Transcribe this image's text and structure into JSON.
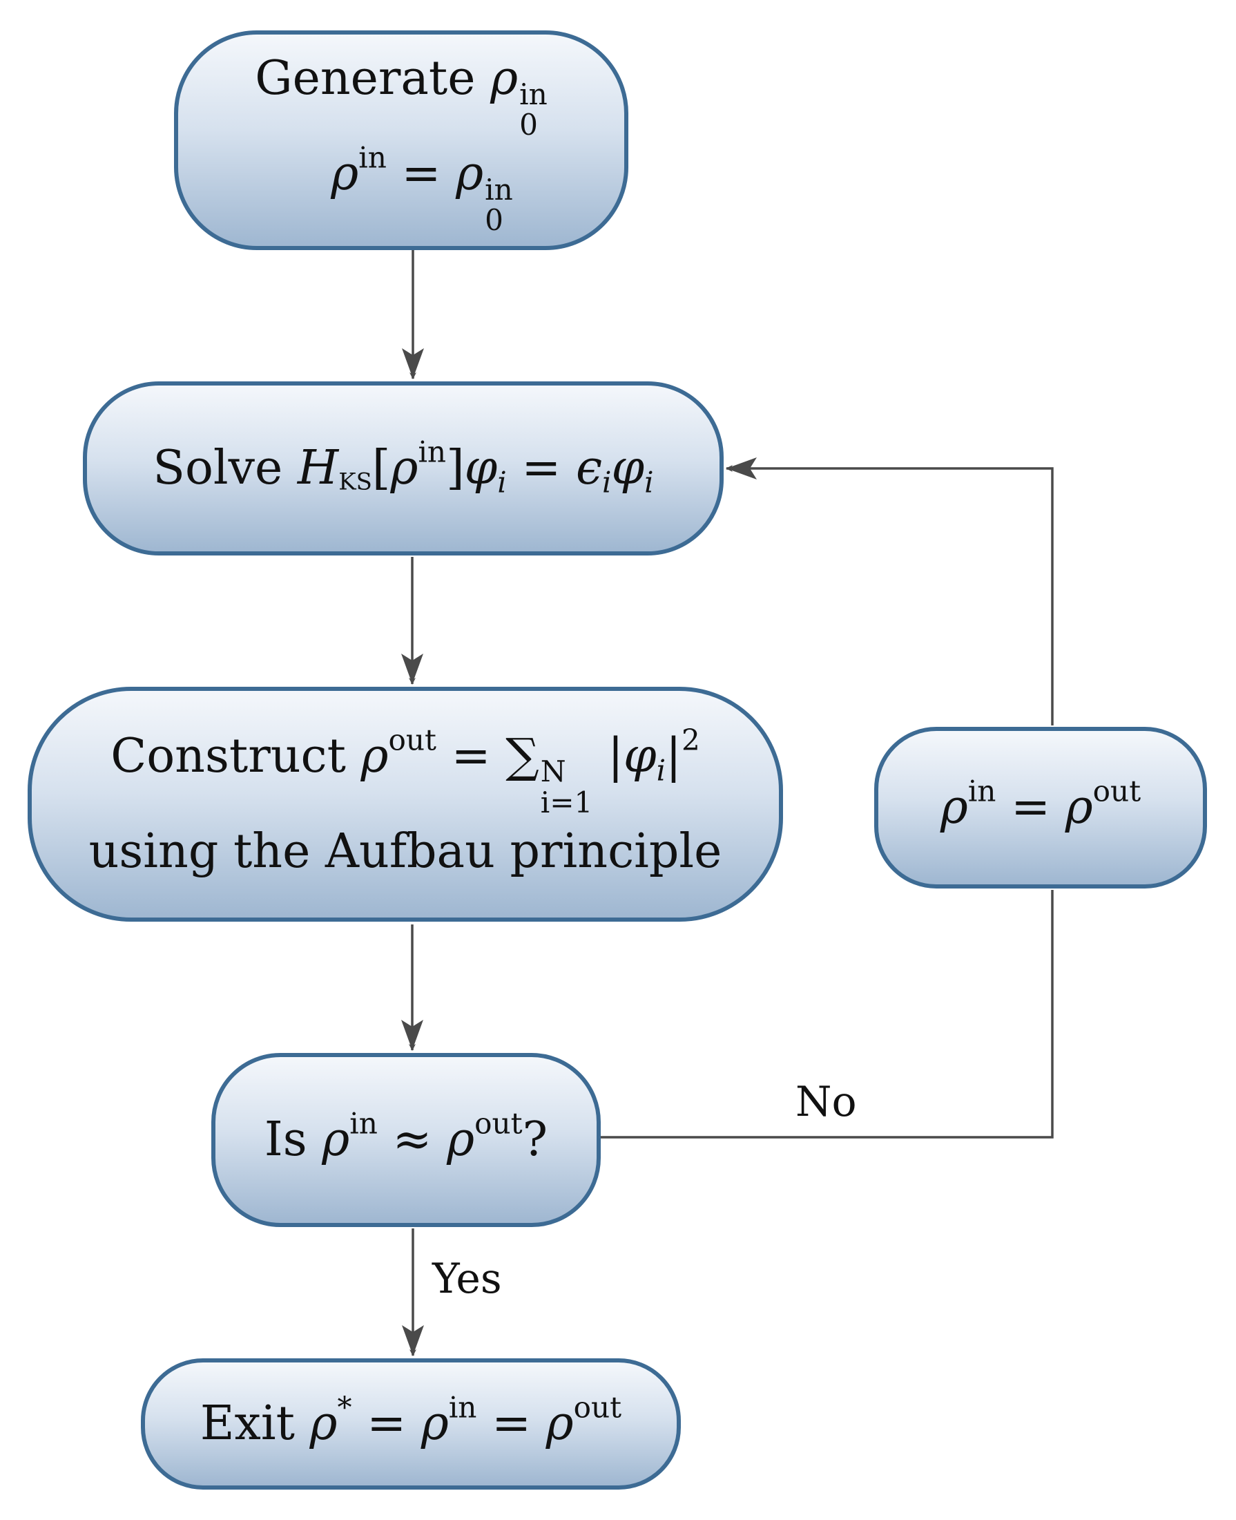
{
  "nodes": {
    "start": {
      "line1_prefix": "Generate ",
      "rho": "ρ",
      "sup_in": "in",
      "sub0": "0",
      "eq": " = "
    },
    "solve": {
      "prefix": "Solve ",
      "H": "H",
      "KS": "KS",
      "lbr": "[",
      "rho": "ρ",
      "in": "in",
      "rbr": "]",
      "phi": "φ",
      "i": "i",
      "eq": " = ",
      "eps": "ϵ"
    },
    "construct": {
      "prefix": "Construct ",
      "rho": "ρ",
      "out": "out",
      "eq": " = ",
      "sum": "∑",
      "N": "N",
      "lower": "i=1",
      "bar": "|",
      "phi": "φ",
      "i": "i",
      "sq": "2",
      "line2": "using the Aufbau principle"
    },
    "check": {
      "prefix": "Is ",
      "rho": "ρ",
      "in": "in",
      "approx": " ≈ ",
      "out": "out",
      "q": "?"
    },
    "update": {
      "rho": "ρ",
      "in": "in",
      "eq": " = ",
      "out": "out"
    },
    "exit": {
      "prefix": "Exit ",
      "rho": "ρ",
      "star": "*",
      "eq": " = ",
      "in": "in",
      "out": "out"
    }
  },
  "edge_labels": {
    "no": "No",
    "yes": "Yes"
  },
  "colors": {
    "border": "#3d6b94",
    "arrow": "#4a4a4a"
  }
}
